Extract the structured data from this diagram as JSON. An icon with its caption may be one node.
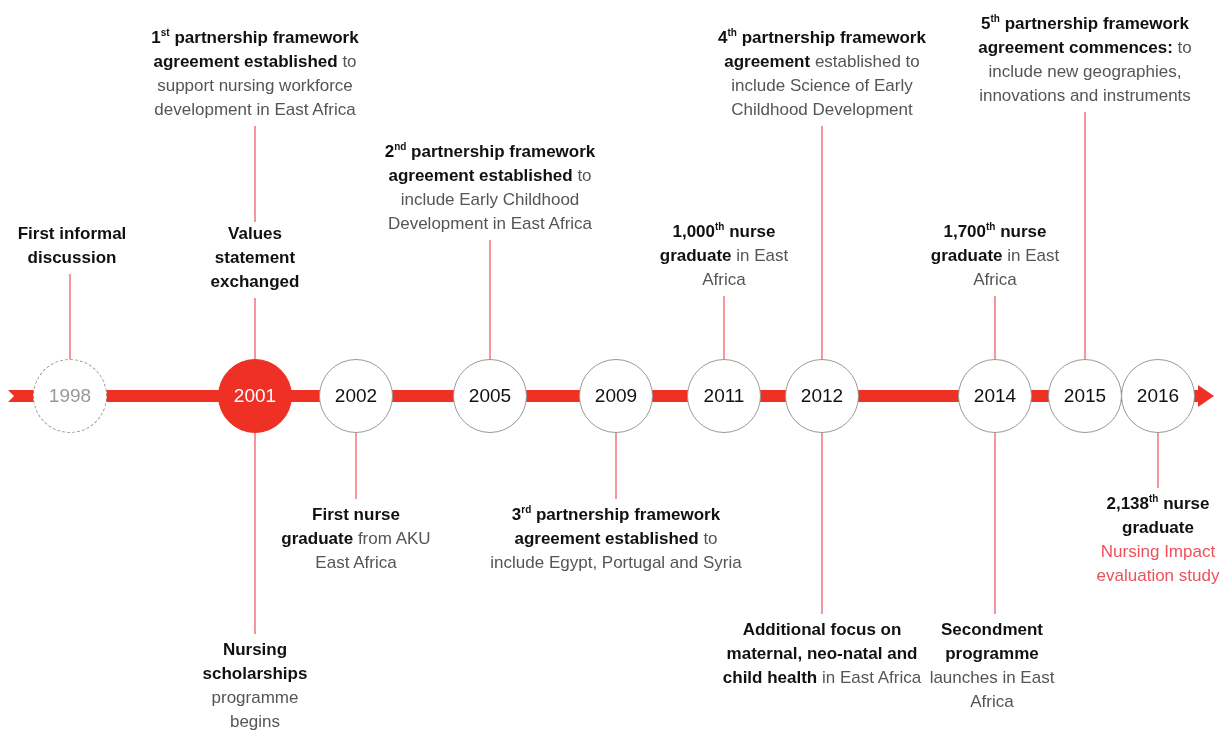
{
  "diagram": {
    "nodes": [
      {
        "text": [
          "1998"
        ]
      },
      {
        "text": [
          "2001"
        ]
      },
      {
        "text": [
          "2002"
        ]
      },
      {
        "text": [
          "2005"
        ]
      },
      {
        "text": [
          "2009"
        ]
      },
      {
        "text": [
          "2011"
        ]
      },
      {
        "text": [
          "2012"
        ]
      },
      {
        "text": [
          "2014"
        ]
      },
      {
        "text": [
          "2015"
        ]
      },
      {
        "text": [
          "2016"
        ]
      },
      {
        "text": [
          "First informal discussion"
        ]
      },
      {
        "text": [
          "**1$^{st}$ partnership framework agreement established** to support nursing workforce development in East Africa"
        ]
      },
      {
        "text": [
          "Values statement exchanged"
        ]
      },
      {
        "text": [
          "**Nursing scholarships** programme begins"
        ]
      },
      {
        "text": [
          "**First nurse graduate** from AKU East Africa"
        ]
      },
      {
        "text": [
          "**2$^{nd}$ partnership framework agreement established** to include Early Childhood Development in East Africa"
        ]
      },
      {
        "text": [
          "**3$^{rd}$ partnership framework agreement established** to include Egypt, Portugal and Syria"
        ]
      },
      {
        "text": [
          "**1,000$^{th}$ nurse graduate** in East Africa"
        ]
      },
      {
        "text": [
          "**4$^{th}$ partnership framework agreement** established to include Science of Early Childhood Development"
        ]
      },
      {
        "text": [
          "**Additional focus on maternal, neo-natal and child health** in East Africa"
        ]
      },
      {
        "text": [
          "**1,700$^{th}$ nurse graduate** in East Africa"
        ]
      },
      {
        "text": [
          "**Secondment programme** launches in East Africa"
        ]
      },
      {
        "text": [
          "**5$^{th}$ partnership framework agreement commences:** to include new geographies, innovations and instruments"
        ]
      },
      {
        "text": [
          "**2,138$^{th}$ nurse graduate**",
          "Nursing Impact evaluation study"
        ]
      }
    ],
    "edges": [
      {
        "from": 0,
        "to": 10,
        "arrow": "none"
      },
      {
        "from": 1,
        "to": 12,
        "arrow": "none"
      },
      {
        "from": 12,
        "to": 11,
        "arrow": "none"
      },
      {
        "from": 1,
        "to": 13,
        "arrow": "none"
      },
      {
        "from": 2,
        "to": 14,
        "arrow": "none"
      },
      {
        "from": 3,
        "to": 15,
        "arrow": "none"
      },
      {
        "from": 4,
        "to": 16,
        "arrow": "none"
      },
      {
        "from": 5,
        "to": 17,
        "arrow": "none"
      },
      {
        "from": 6,
        "to": 18,
        "arrow": "none"
      },
      {
        "from": 6,
        "to": 19,
        "arrow": "none"
      },
      {
        "from": 7,
        "to": 20,
        "arrow": "none"
      },
      {
        "from": 7,
        "to": 21,
        "arrow": "none"
      },
      {
        "from": 8,
        "to": 22,
        "arrow": "none"
      },
      {
        "from": 9,
        "to": 23,
        "arrow": "none"
      }
    ]
  }
}
